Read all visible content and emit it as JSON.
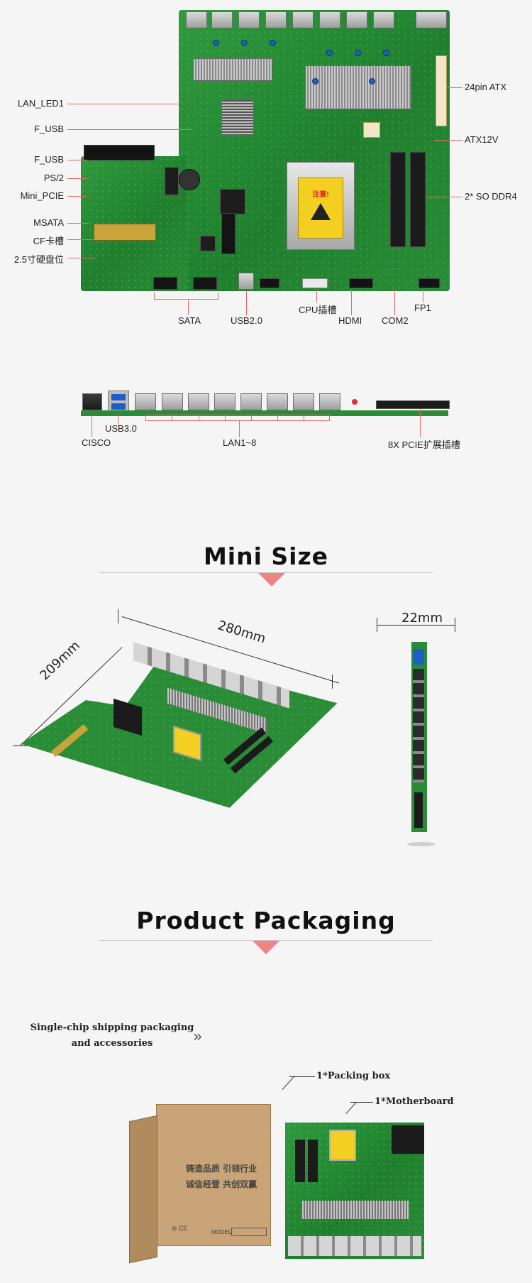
{
  "diagram_labels": {
    "left": [
      "LAN_LED1",
      "F_USB",
      "F_USB",
      "PS/2",
      "Mini_PCIE",
      "MSATA",
      "CF卡槽",
      "2.5寸硬盘位"
    ],
    "right": [
      "24pin ATX",
      "ATX12V",
      "2* SO DDR4"
    ],
    "bottom": [
      "SATA",
      "USB2.0",
      "CPU插槽",
      "HDMI",
      "COM2",
      "FP1"
    ]
  },
  "io_labels": {
    "usb3": "USB3.0",
    "cisco": "CISCO",
    "lan": "LAN1~8",
    "pcie": "8X PCIE扩展插槽"
  },
  "cpu_warning": "注意!",
  "mini_size": {
    "title": "Mini Size",
    "width": "280mm",
    "depth": "209mm",
    "height": "22mm"
  },
  "packaging": {
    "title": "Product Packaging",
    "intro_line1": "Single-chip shipping packaging",
    "intro_line2": "and accessories",
    "intro_arrow": "»",
    "item1": "1*Packing box",
    "item2": "1*Motherboard",
    "box_line1": "铸造品质  引领行业",
    "box_line2": "诚信经营  共创双赢",
    "box_model": "MODEL:"
  },
  "colors": {
    "accent": "#f08484",
    "pointer_line": "#e56a6a",
    "pcb_green": "#2a8c37",
    "cardboard": "#c9a478"
  }
}
